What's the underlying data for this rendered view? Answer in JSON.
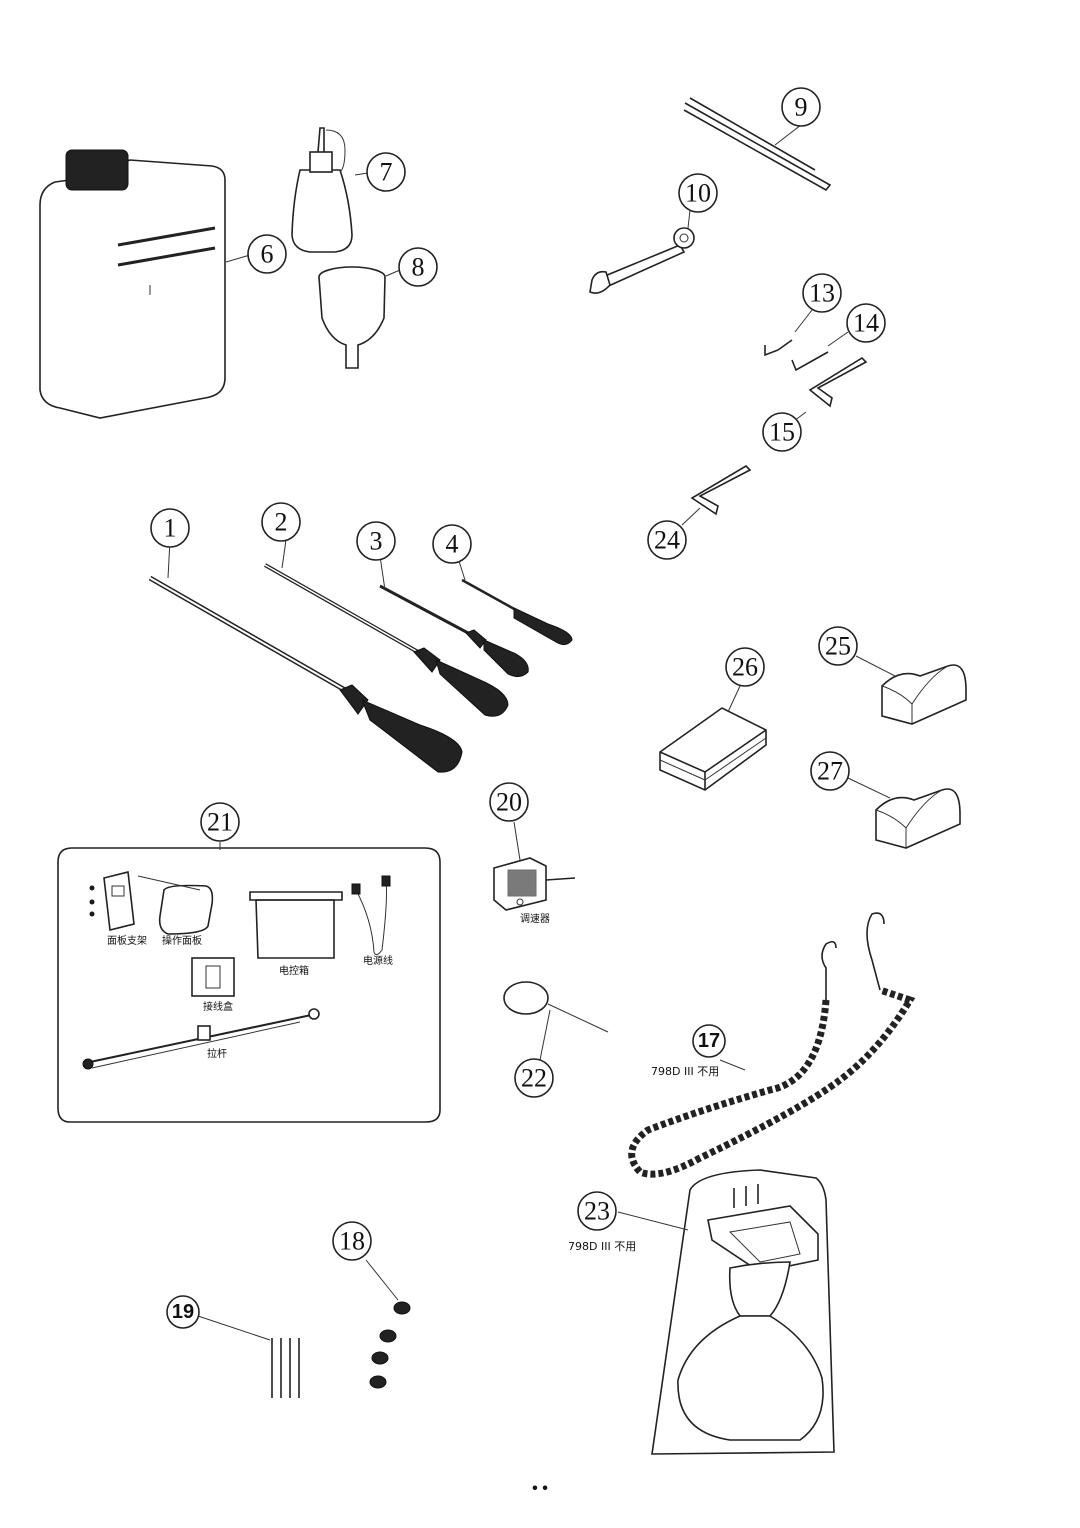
{
  "callouts": {
    "c1": "1",
    "c2": "2",
    "c3": "3",
    "c4": "4",
    "c6": "6",
    "c7": "7",
    "c8": "8",
    "c9": "9",
    "c10": "10",
    "c13": "13",
    "c14": "14",
    "c15": "15",
    "c17": "17",
    "c18": "18",
    "c19": "19",
    "c20": "20",
    "c21": "21",
    "c22": "22",
    "c23": "23",
    "c24": "24",
    "c25": "25",
    "c26": "26",
    "c27": "27"
  },
  "box21_labels": {
    "panel_bracket": "面板支架",
    "operation_panel": "操作面板",
    "control_box": "电控箱",
    "power_cord": "电源线",
    "junction_box": "接线盒",
    "pull_rod": "拉杆"
  },
  "part20_label": "调速器",
  "notes": {
    "part17": "798D III 不用",
    "part23": "798D III 不用"
  },
  "footer": "• •"
}
